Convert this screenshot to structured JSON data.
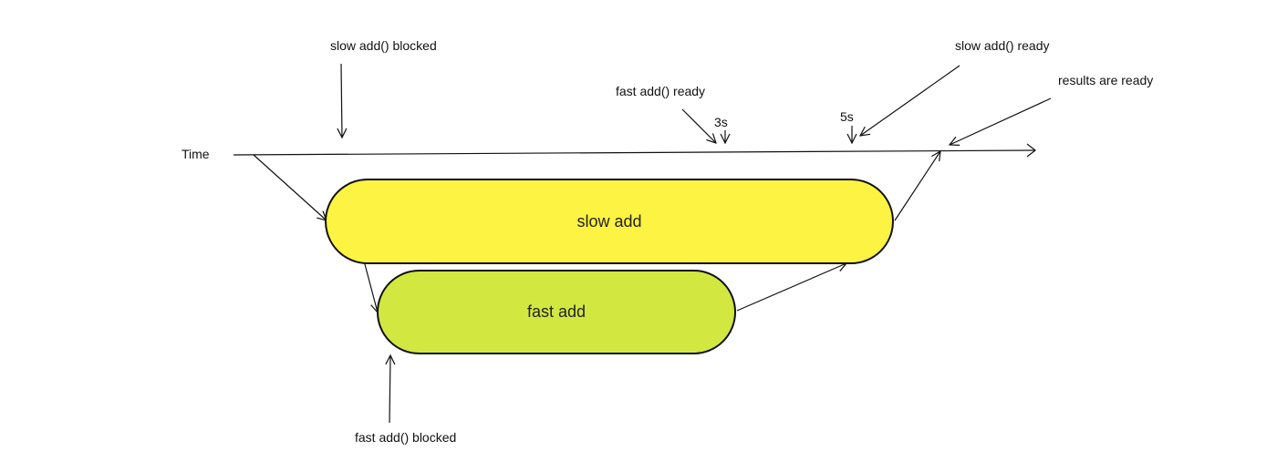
{
  "labels": {
    "time": "Time",
    "slow_blocked": "slow add() blocked",
    "fast_ready": "fast add() ready",
    "three_s": "3s",
    "five_s": "5s",
    "slow_ready": "slow add() ready",
    "results_ready": "results are ready",
    "fast_blocked": "fast add() blocked"
  },
  "processes": {
    "slow": {
      "label": "slow add",
      "color": "#fcf342"
    },
    "fast": {
      "label": "fast add",
      "color": "#d2e841"
    }
  },
  "colors": {
    "stroke": "#111111"
  }
}
